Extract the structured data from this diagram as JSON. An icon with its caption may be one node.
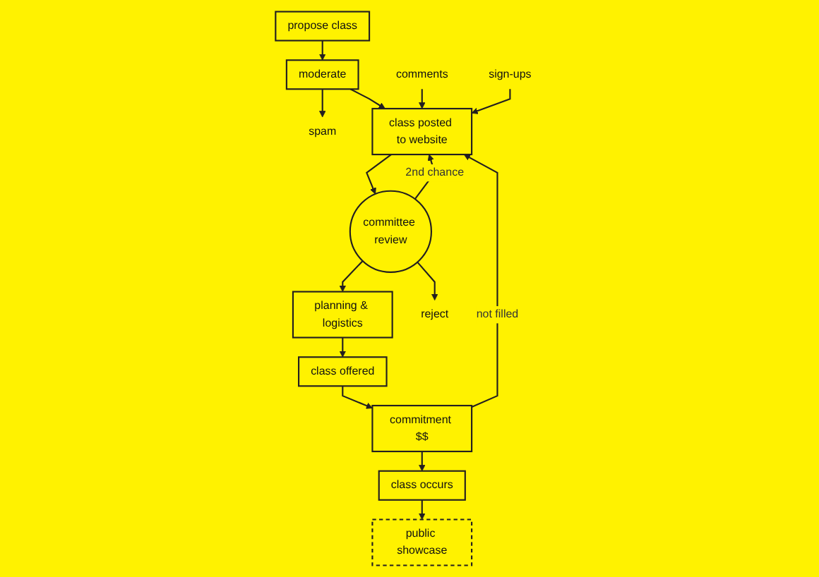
{
  "diagram": {
    "nodes": [
      {
        "text": [
          "propose class"
        ]
      },
      {
        "text": [
          "moderate"
        ]
      },
      {
        "text": [
          "spam"
        ]
      },
      {
        "text": [
          "class posted to website"
        ]
      },
      {
        "text": [
          "comments"
        ]
      },
      {
        "text": [
          "sign-ups"
        ]
      },
      {
        "text": [
          "planning & logistics"
        ]
      },
      {
        "text": [
          "committee review"
        ]
      },
      {
        "text": [
          "reject"
        ]
      },
      {
        "text": [
          "class offered"
        ]
      },
      {
        "text": [
          "commitment $$"
        ]
      },
      {
        "text": [
          "class occurs"
        ]
      },
      {
        "text": [
          "public showcase"
        ]
      }
    ],
    "edges": [
      {
        "from": 0,
        "to": 1,
        "arrow": "to"
      },
      {
        "from": 1,
        "to": 2,
        "arrow": "to"
      },
      {
        "from": 1,
        "to": 3,
        "arrow": "to"
      },
      {
        "from": 4,
        "to": 3,
        "arrow": "to"
      },
      {
        "from": 5,
        "to": 3,
        "arrow": "to"
      },
      {
        "from": 3,
        "to": 7,
        "arrow": "to"
      },
      {
        "from": 7,
        "to": 6,
        "arrow": "to"
      },
      {
        "from": 7,
        "to": 8,
        "arrow": "to"
      },
      {
        "from": 7,
        "to": 3,
        "arrow": "to",
        "label": "2nd chance"
      },
      {
        "from": 6,
        "to": 9,
        "arrow": "to"
      },
      {
        "from": 9,
        "to": 10,
        "arrow": "to"
      },
      {
        "from": 10,
        "to": 3,
        "arrow": "to",
        "label": "not filled"
      },
      {
        "from": 10,
        "to": 11,
        "arrow": "to"
      },
      {
        "from": 11,
        "to": 12,
        "arrow": "to"
      }
    ]
  }
}
